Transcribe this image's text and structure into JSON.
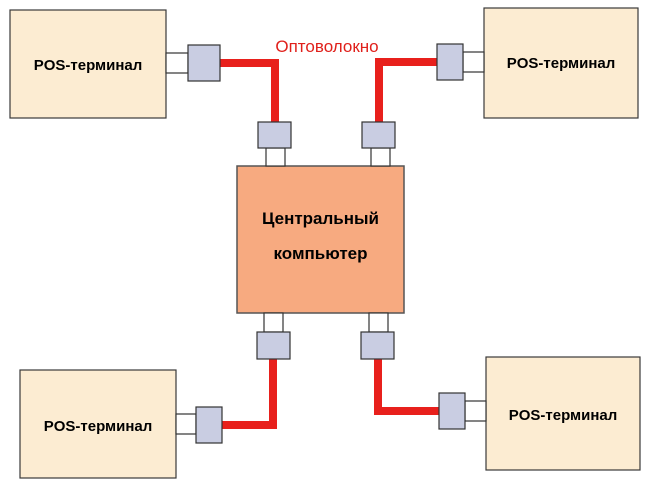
{
  "diagram": {
    "fiber_label": "Оптоволокно",
    "central": {
      "line1": "Центральный",
      "line2": "компьютер"
    },
    "terminals": [
      {
        "label": "POS-терминал"
      },
      {
        "label": "POS-терминал"
      },
      {
        "label": "POS-терминал"
      },
      {
        "label": "POS-терминал"
      }
    ]
  },
  "colors": {
    "fiber": "#e8201c",
    "central_fill": "#f7aa80",
    "central_stroke": "#555555",
    "terminal_fill": "#fcecd2",
    "terminal_stroke": "#3a3a3a",
    "connector_fill": "#c9cde2",
    "connector_stroke": "#333333",
    "fiber_label": "#e0201b"
  }
}
